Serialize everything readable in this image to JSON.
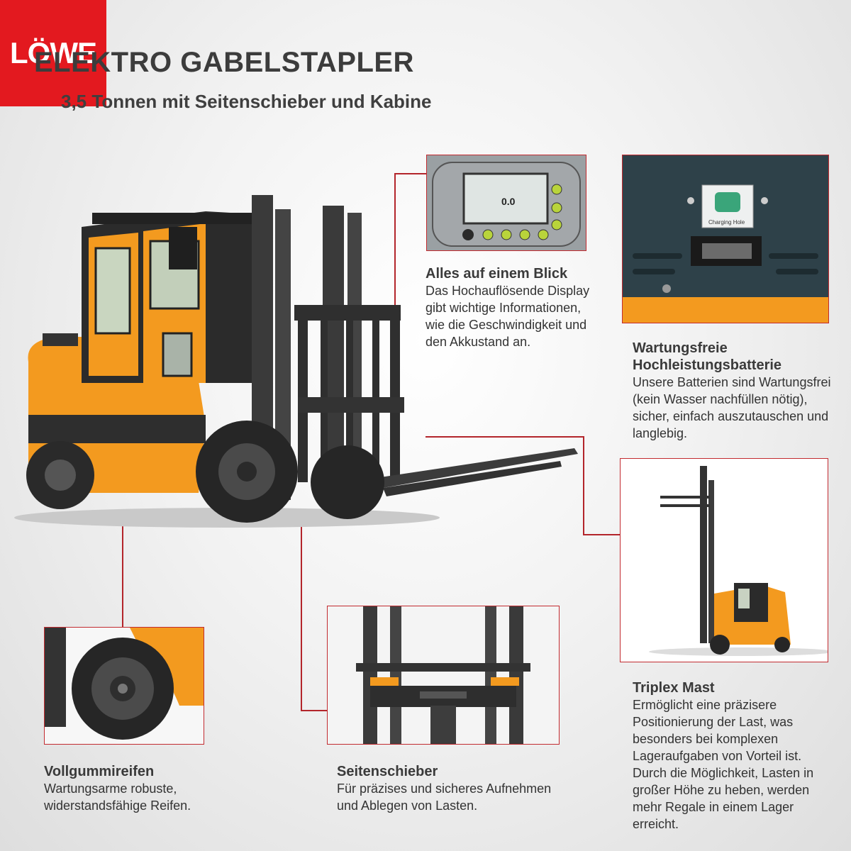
{
  "header": {
    "title": "ELEKTRO GABELSTAPLER",
    "subtitle": "3,5 Tonnen mit Seitenschieber und Kabine"
  },
  "brand": {
    "logo_text": "LÖWE",
    "color": "#e3191f"
  },
  "display_readout": {
    "value": "0.0",
    "label": "Charging Hole"
  },
  "features": {
    "display": {
      "title": "Alles auf einem Blick",
      "body": "Das Hochauflösende Display gibt wichtige Informationen, wie die Geschwindigkeit und den Akkustand an."
    },
    "battery": {
      "title": "Wartungsfreie Hochleistungsbatterie",
      "body": "Unsere Batterien sind Wartungsfrei (kein Wasser nachfüllen nötig), sicher, einfach auszutauschen und langlebig."
    },
    "mast": {
      "title": "Triplex Mast",
      "body": "Ermöglicht eine präzisere Positionierung der Last, was besonders bei komplexen Lageraufgaben von Vorteil ist. Durch die Möglichkeit, Lasten in großer Höhe zu heben, werden mehr Regale in einem Lager erreicht."
    },
    "tires": {
      "title": "Vollgummireifen",
      "body": "Wartungsarme robuste, widerstandsfähige Reifen."
    },
    "sideshift": {
      "title": "Seitenschieber",
      "body": "Für präzises und sicheres Aufnehmen und Ablegen von Lasten."
    }
  },
  "colors": {
    "accent": "#c22b30",
    "machine": "#f39a1f",
    "dark": "#3a3a3a"
  }
}
